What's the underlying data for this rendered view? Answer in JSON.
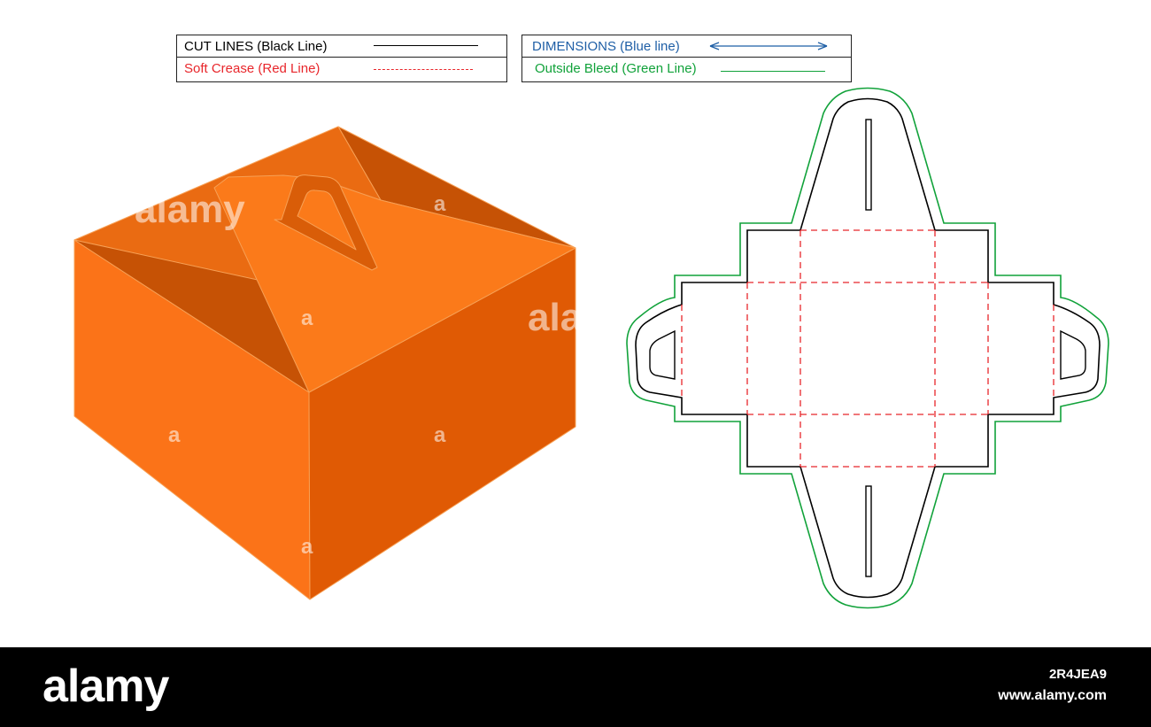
{
  "legend": {
    "cut_lines": {
      "label": "CUT LINES (Black Line)",
      "color": "#000000"
    },
    "soft_crease": {
      "label": "Soft Crease (Red Line)",
      "color": "#e8262b"
    },
    "dimensions": {
      "label": "DIMENSIONS (Blue line)",
      "color": "#1f5fa6"
    },
    "outside_bleed": {
      "label": "Outside Bleed (Green Line)",
      "color": "#11a23a"
    }
  },
  "box_colors": {
    "front": "#fb7318",
    "side": "#e05a04",
    "top": "#fb7a1a",
    "top_dark": "#c65205",
    "flap": "#ea6b12"
  },
  "watermark": {
    "mark": "a",
    "partial_left": "alamy",
    "partial_right": "ala"
  },
  "footer": {
    "brand": "alamy",
    "image_id": "2R4JEA9",
    "site": "www.alamy.com"
  }
}
